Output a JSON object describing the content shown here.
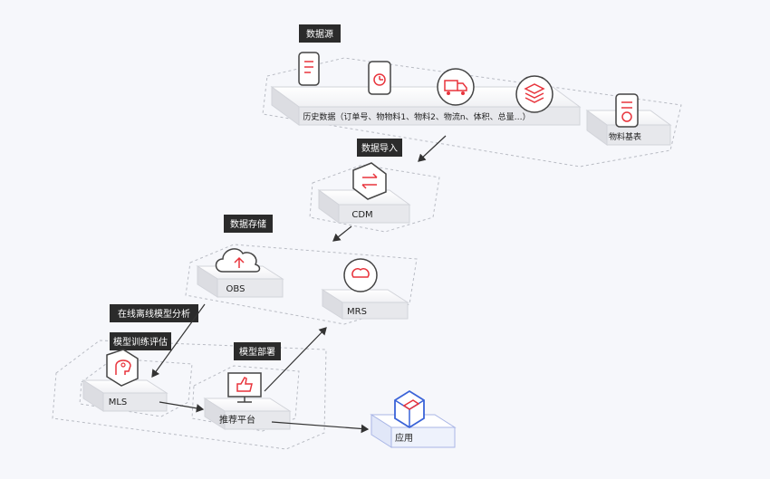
{
  "nodes": {
    "source_tag": "数据源",
    "history_label": "历史数据（订单号、物物料1、物料2、物流n、体积、总量…）",
    "material_label": "物料基表",
    "import_tag": "数据导入",
    "cdm_label": "CDM",
    "storage_tag": "数据存储",
    "obs_label": "OBS",
    "mrs_label": "MRS",
    "analysis_tag": "在线离线模型分析",
    "train_tag": "模型训练评估",
    "mls_label": "MLS",
    "deploy_tag": "模型部署",
    "recommend_label": "推荐平台",
    "app_label": "应用"
  },
  "icons": {
    "phone_doc": "document-phone-icon",
    "phone_clock": "clock-phone-icon",
    "truck": "truck-icon",
    "layers": "layers-icon",
    "clipboard": "clipboard-clock-icon",
    "cdm": "transfer-arrows-icon",
    "obs": "cloud-upload-icon",
    "mrs": "cloud-cycle-icon",
    "mls": "brain-head-icon",
    "recommend": "thumbs-up-monitor-icon",
    "app": "cube-icon"
  },
  "colors": {
    "accent": "#e8343c",
    "tag_bg": "#2b2b2b",
    "app_blue": "#3a63d8"
  }
}
